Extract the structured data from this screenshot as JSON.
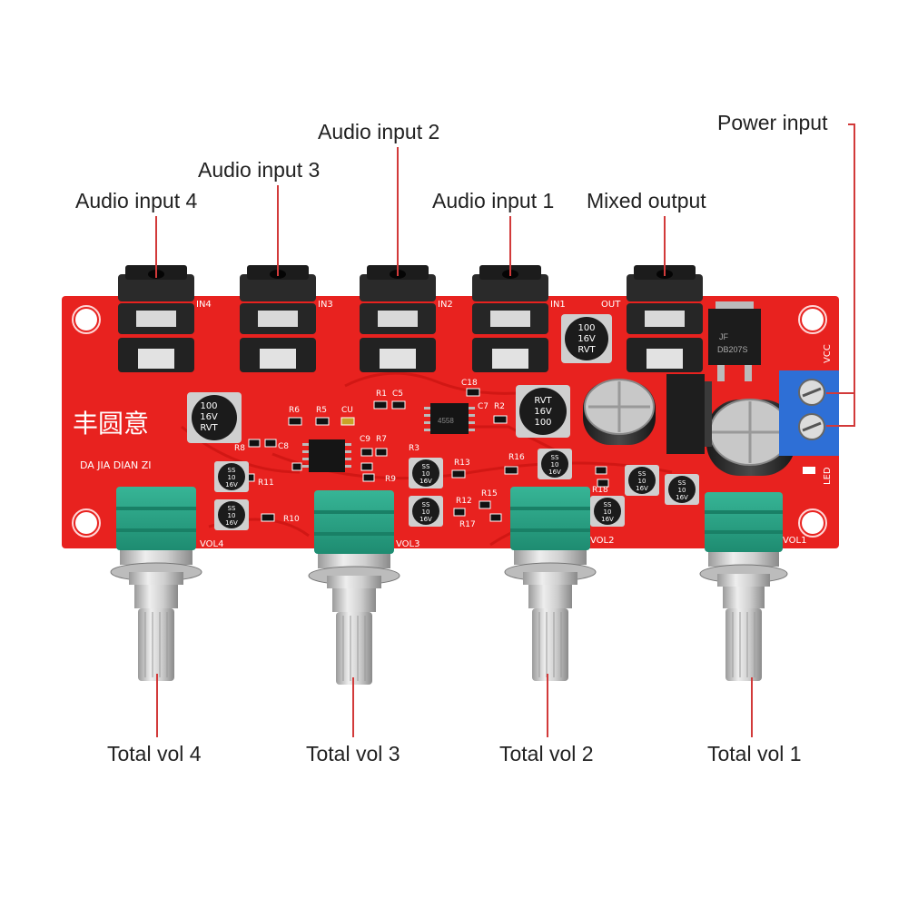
{
  "callouts": {
    "audio_input_4": "Audio input 4",
    "audio_input_3": "Audio input 3",
    "audio_input_2": "Audio input 2",
    "audio_input_1": "Audio input 1",
    "mixed_output": "Mixed output",
    "power_input": "Power input",
    "total_vol_4": "Total vol 4",
    "total_vol_3": "Total vol 3",
    "total_vol_2": "Total vol 2",
    "total_vol_1": "Total vol 1"
  },
  "board": {
    "brand_chinese": "丰圆意",
    "brand_pinyin": "DA JIA DIAN ZI",
    "jack_labels": [
      "IN4",
      "IN3",
      "IN2",
      "IN1",
      "OUT"
    ],
    "pot_labels": [
      "VOL4",
      "VOL3",
      "VOL2",
      "VOL1"
    ],
    "vcc_label": "VCC",
    "led_label": "LED",
    "bridge_label": "DB207S",
    "bridge_brand": "JF",
    "cap_small_text": [
      "SS",
      "10",
      "16V"
    ],
    "cap_mid_text": [
      "100",
      "16V",
      "RVT"
    ],
    "component_refs": [
      "R6",
      "R5",
      "CU",
      "R1",
      "C5",
      "C18",
      "C7",
      "R2",
      "R8",
      "C8",
      "C9",
      "R7",
      "R3",
      "R11",
      "R9",
      "R13",
      "R16",
      "R10",
      "R12",
      "R15",
      "R17",
      "R18"
    ],
    "chip_text": "4558"
  },
  "colors": {
    "board": "#e8221f",
    "leader_line": "#d23a3a",
    "knob": "#2fa98c",
    "terminal": "#2e6fd6"
  }
}
